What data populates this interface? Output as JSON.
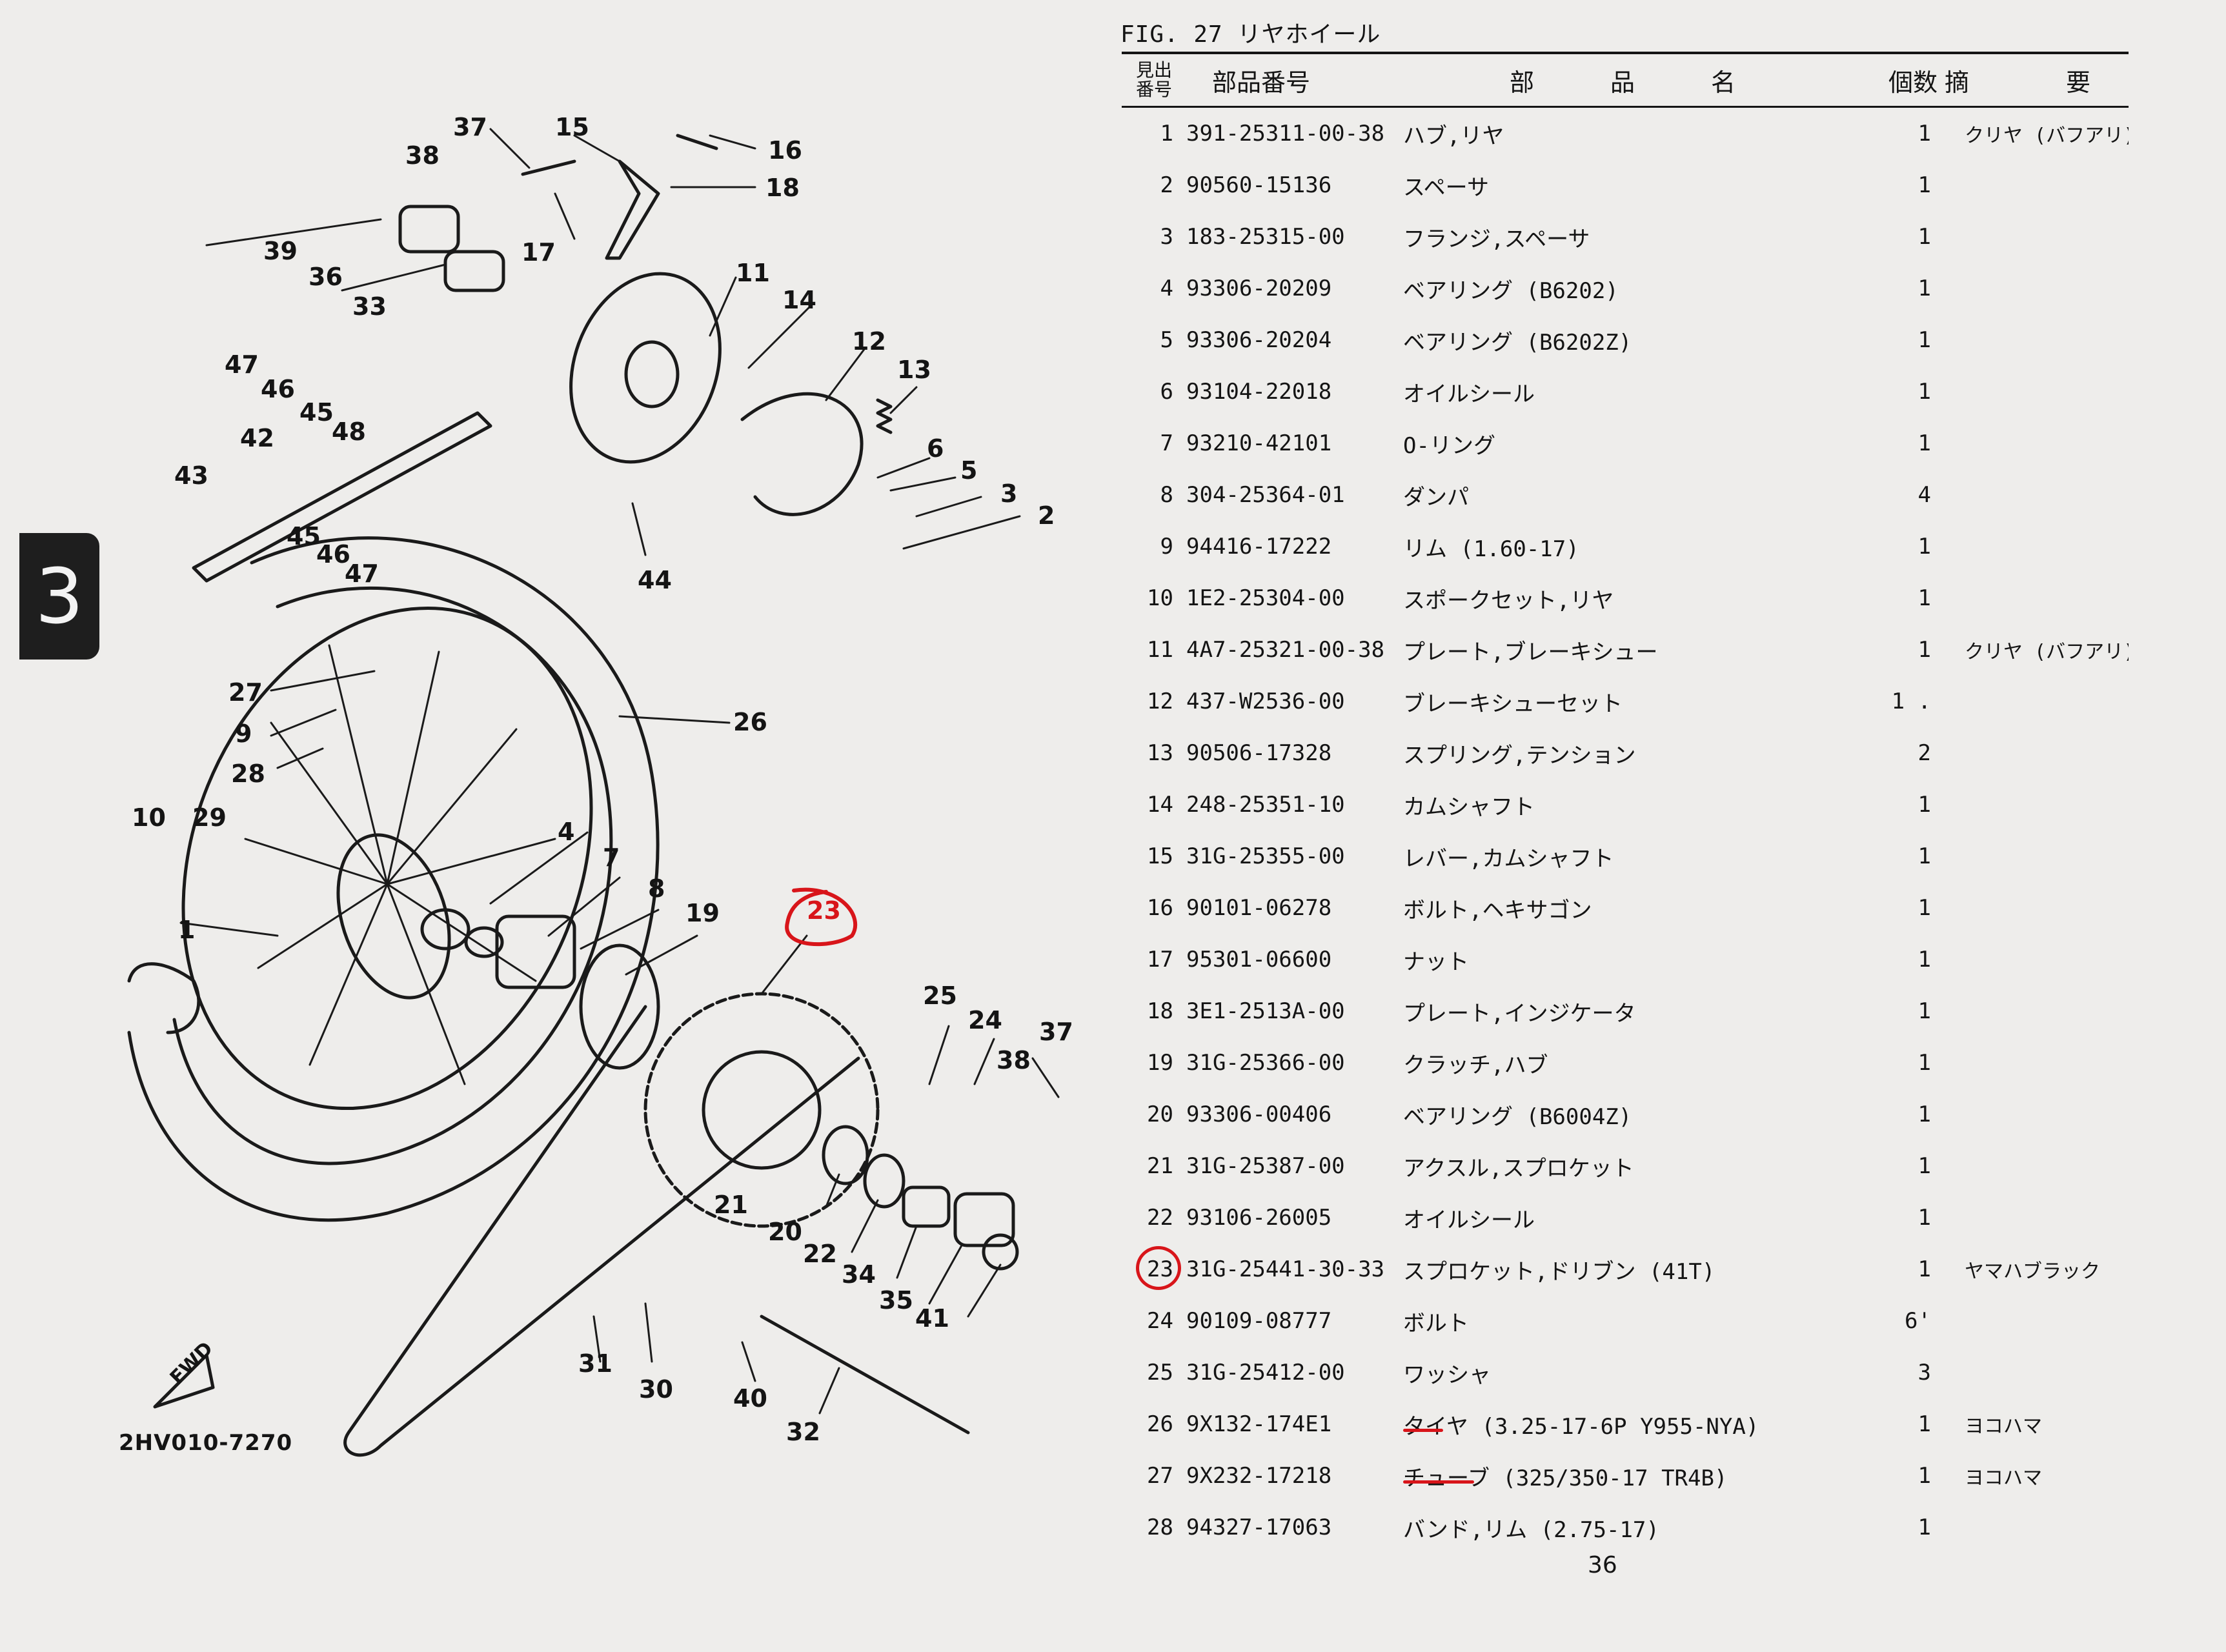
{
  "section_tab": "3",
  "figure": {
    "title": "FIG. 27 リヤホイール",
    "drawing_code": "2HV010-7270",
    "fwd_label": "FWD"
  },
  "table": {
    "headers": {
      "ref_no": "見出\n番号",
      "part_no": "部品番号",
      "part_name": "部　品　名",
      "qty": "個数",
      "remarks": "摘　要"
    },
    "rows": [
      {
        "ref": "1",
        "part_no": "391-25311-00-38",
        "name": "ハブ,リヤ",
        "qty": "1",
        "remark": "クリヤ (バフアリ)"
      },
      {
        "ref": "2",
        "part_no": "90560-15136",
        "name": "スペーサ",
        "qty": "1",
        "remark": ""
      },
      {
        "ref": "3",
        "part_no": "183-25315-00",
        "name": "フランジ,スペーサ",
        "qty": "1",
        "remark": ""
      },
      {
        "ref": "4",
        "part_no": "93306-20209",
        "name": "ベアリング (B6202)",
        "qty": "1",
        "remark": ""
      },
      {
        "ref": "5",
        "part_no": "93306-20204",
        "name": "ベアリング (B6202Z)",
        "qty": "1",
        "remark": ""
      },
      {
        "ref": "6",
        "part_no": "93104-22018",
        "name": "オイルシール",
        "qty": "1",
        "remark": ""
      },
      {
        "ref": "7",
        "part_no": "93210-42101",
        "name": "O-リング",
        "qty": "1",
        "remark": ""
      },
      {
        "ref": "8",
        "part_no": "304-25364-01",
        "name": "ダンパ",
        "qty": "4",
        "remark": ""
      },
      {
        "ref": "9",
        "part_no": "94416-17222",
        "name": "リム (1.60-17)",
        "qty": "1",
        "remark": ""
      },
      {
        "ref": "10",
        "part_no": "1E2-25304-00",
        "name": "スポークセット,リヤ",
        "qty": "1",
        "remark": ""
      },
      {
        "ref": "11",
        "part_no": "4A7-25321-00-38",
        "name": "プレート,ブレーキシュー",
        "qty": "1",
        "remark": "クリヤ (バフアリ)"
      },
      {
        "ref": "12",
        "part_no": "437-W2536-00",
        "name": "ブレーキシューセット",
        "qty": "1 .",
        "remark": ""
      },
      {
        "ref": "13",
        "part_no": "90506-17328",
        "name": "スプリング,テンション",
        "qty": "2",
        "remark": ""
      },
      {
        "ref": "14",
        "part_no": "248-25351-10",
        "name": "カムシャフト",
        "qty": "1",
        "remark": ""
      },
      {
        "ref": "15",
        "part_no": "31G-25355-00",
        "name": "レバー,カムシャフト",
        "qty": "1",
        "remark": ""
      },
      {
        "ref": "16",
        "part_no": "90101-06278",
        "name": "ボルト,ヘキサゴン",
        "qty": "1",
        "remark": ""
      },
      {
        "ref": "17",
        "part_no": "95301-06600",
        "name": "ナット",
        "qty": "1",
        "remark": ""
      },
      {
        "ref": "18",
        "part_no": "3E1-2513A-00",
        "name": "プレート,インジケータ",
        "qty": "1",
        "remark": ""
      },
      {
        "ref": "19",
        "part_no": "31G-25366-00",
        "name": "クラッチ,ハブ",
        "qty": "1",
        "remark": ""
      },
      {
        "ref": "20",
        "part_no": "93306-00406",
        "name": "ベアリング (B6004Z)",
        "qty": "1",
        "remark": ""
      },
      {
        "ref": "21",
        "part_no": "31G-25387-00",
        "name": "アクスル,スプロケット",
        "qty": "1",
        "remark": ""
      },
      {
        "ref": "22",
        "part_no": "93106-26005",
        "name": "オイルシール",
        "qty": "1",
        "remark": ""
      },
      {
        "ref": "23",
        "part_no": "31G-25441-30-33",
        "name": "スプロケット,ドリブン (41T)",
        "qty": "1",
        "remark": "ヤマハブラック"
      },
      {
        "ref": "24",
        "part_no": "90109-08777",
        "name": "ボルト",
        "qty": "6'",
        "remark": ""
      },
      {
        "ref": "25",
        "part_no": "31G-25412-00",
        "name": "ワッシャ",
        "qty": "3",
        "remark": ""
      },
      {
        "ref": "26",
        "part_no": "9X132-174E1",
        "name": "タイヤ (3.25-17-6P Y955-NYA)",
        "qty": "1",
        "remark": "ヨコハマ"
      },
      {
        "ref": "27",
        "part_no": "9X232-17218",
        "name": "チューブ (325/350-17 TR4B)",
        "qty": "1",
        "remark": "ヨコハマ"
      },
      {
        "ref": "28",
        "part_no": "94327-17063",
        "name": "バンド,リム (2.75-17)",
        "qty": "1",
        "remark": ""
      }
    ]
  },
  "diagram_callouts": [
    "37",
    "15",
    "16",
    "38",
    "18",
    "39",
    "17",
    "36",
    "33",
    "11",
    "14",
    "12",
    "47",
    "13",
    "46",
    "45",
    "48",
    "42",
    "6",
    "43",
    "5",
    "3",
    "2",
    "45",
    "46",
    "47",
    "44",
    "27",
    "26",
    "9",
    "28",
    "10",
    "29",
    "4",
    "7",
    "8",
    "19",
    "23",
    "1",
    "25",
    "24",
    "37",
    "38",
    "21",
    "20",
    "22",
    "34",
    "35",
    "41",
    "31",
    "30",
    "40",
    "32"
  ],
  "page_number": "36",
  "highlight_color": "#d8151a"
}
